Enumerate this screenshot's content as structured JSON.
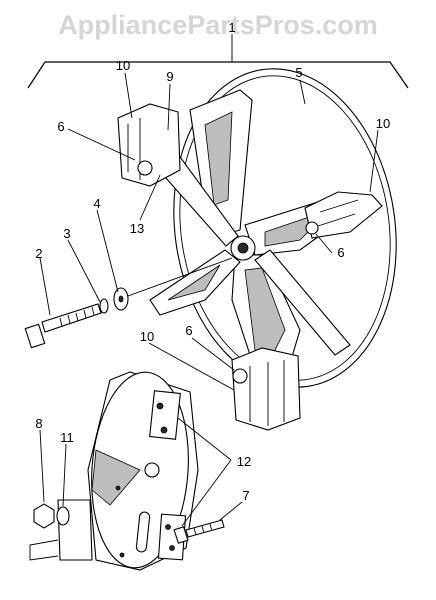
{
  "watermark": "AppliancePartsPros.com",
  "callouts": {
    "c1": "1",
    "c2": "2",
    "c3": "3",
    "c4": "4",
    "c5": "5",
    "c6a": "6",
    "c6b": "6",
    "c6c": "6",
    "c7": "7",
    "c8": "8",
    "c9": "9",
    "c10a": "10",
    "c10b": "10",
    "c10c": "10",
    "c11": "11",
    "c12": "12",
    "c13": "13"
  }
}
